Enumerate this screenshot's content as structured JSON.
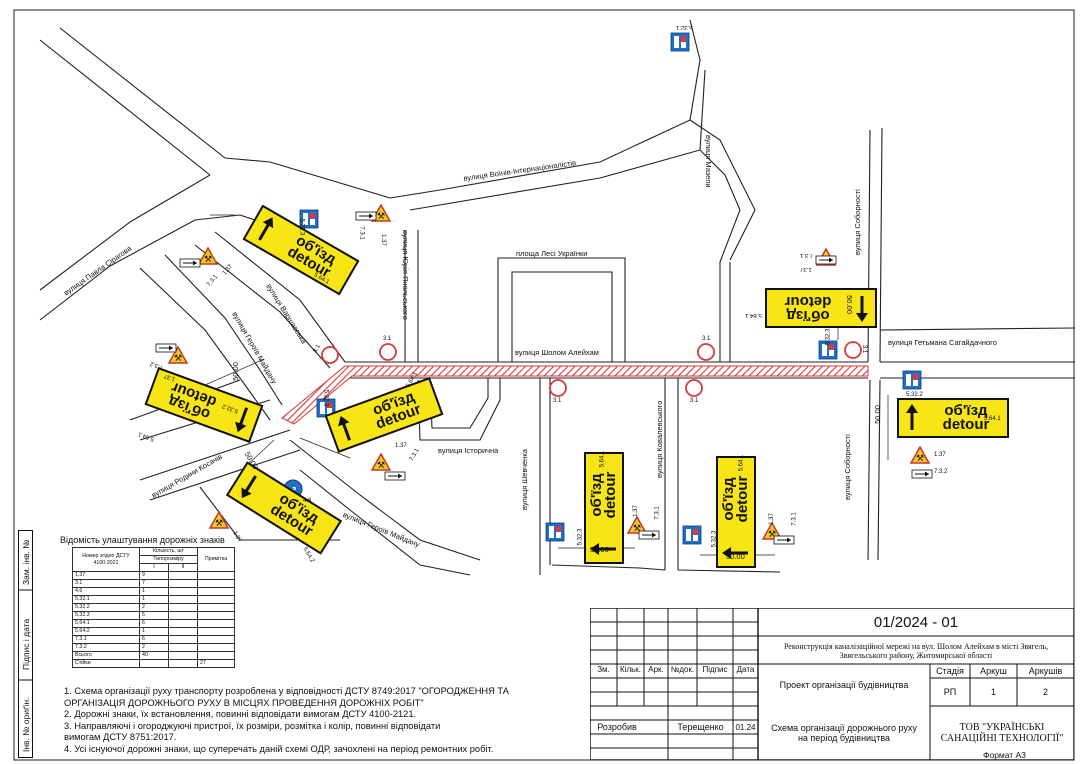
{
  "streets": {
    "voiniv": "вулиця Воїнів-Інтернаціоналістів",
    "pavla": "вулиця Павла Сірагова",
    "yuria": "вулиця Юрія Янольського",
    "lesi": "площа Лесі Українки",
    "mazepy": "вулиця Мазепи",
    "soborn_top": "вулиця Соборності",
    "varshavska": "вулиця Варшавська",
    "heroiv_maidanu_w": "вулиця Героїв Майдану",
    "sholom": "вулиця Шолом Алейхам",
    "hetmana": "вулиця Гетьмана Сагайдачного",
    "istorychna": "вулиця Історична",
    "shevchenka": "вулиця Шевченка",
    "kovalevskoho": "вулиця Ковалевського",
    "soborn_low": "вулиця Соборності",
    "rodyny": "вулиця Родини Косачів",
    "heroiv_maidanu_s": "вулиця Героїв Майдану"
  },
  "detour": {
    "line1": "об'їзд",
    "line2": "detour"
  },
  "sign_codes": {
    "s5641": "5.64.1",
    "s5642": "5.64.2",
    "s137": "1.37",
    "s731": "7.3.1",
    "s732": "7.3.2",
    "s31": "3.1",
    "s5321": "5.32.1",
    "s5322": "5.32.2",
    "s5323": "5.32.3",
    "s46": "4.6"
  },
  "dimensions": {
    "d1": "50.00",
    "d2": "50.00",
    "d3": "50.00",
    "d4": "50.00",
    "d5": "50.00",
    "d6": "50.00"
  },
  "sign_table": {
    "title": "Відомість улаштування дорожніх знаків",
    "h_number": "Номер згідно ДСТУ 4100:2021",
    "h_qty": "Кількість, шт",
    "h_size": "Типорозміру",
    "h_I": "I",
    "h_II": "II",
    "h_note": "Примітка",
    "rows": [
      [
        "1.37",
        "9",
        ""
      ],
      [
        "3.1",
        "7",
        ""
      ],
      [
        "4.6",
        "1",
        ""
      ],
      [
        "5.32.1",
        "1",
        ""
      ],
      [
        "5.32.2",
        "2",
        ""
      ],
      [
        "5.32.3",
        "5",
        ""
      ],
      [
        "5.64.1",
        "6",
        ""
      ],
      [
        "5.64.2",
        "1",
        ""
      ],
      [
        "7.3.1",
        "6",
        ""
      ],
      [
        "7.3.2",
        "2",
        ""
      ],
      [
        "Всього",
        "40",
        ""
      ],
      [
        "Стійки",
        "",
        "27"
      ]
    ]
  },
  "notes": [
    "1. Схема організації руху транспорту розроблена у відповідності ДСТУ 8749:2017 \"ОГОРОДЖЕННЯ ТА",
    "ОРГАНІЗАЦІЯ ДОРОЖНЬОГО РУХУ В МІСЦЯХ ПРОВЕДЕННЯ ДОРОЖНІХ РОБІТ\"",
    "2. Дорожні знаки, їх встановлення, повинні відповідати вимогам ДСТУ 4100-2121.",
    "3. Направляючі і огороджуючі пристрої, їх розміри, розмітка і колір, повинні відповідати",
    "вимогам ДСТУ 8751:2017.",
    "4. Усі існуючої дорожні знаки, що суперечать даній схемі ОДР, зачохлені на період ремонтних робіт."
  ],
  "sidebar": {
    "inv": "Інв. № ориґін.",
    "signed": "Підпис і дата",
    "zam": "Зам. інв. №"
  },
  "title_block": {
    "code": "01/2024 - 01",
    "description": "Реконструкція каналізаційної мережі на вул. Шолом Алейхам в місті Звягель, Звягельського району, Житомирської області",
    "col_zm": "Зм.",
    "col_kilk": "Кільк.",
    "col_ark": "Арк.",
    "col_ndok": "№док.",
    "col_pidpys": "Підпис",
    "col_data": "Дата",
    "project": "Проект організації будівництва",
    "stage_h": "Стадія",
    "sheet_h": "Аркуш",
    "sheets_h": "Аркушів",
    "stage": "РП",
    "sheet": "1",
    "sheets": "2",
    "drawing_name": "Схема організації дорожнього руху на період будівництва",
    "company": "ТОВ \"УКРАЇНСЬКІ САНАЦІЙНІ ТЕХНОЛОГІЇ\"",
    "developed": "Розробив",
    "developer": "Терещенко",
    "date": "01.24",
    "format": "Формат А3"
  },
  "colors": {
    "detour_yellow": "#f7e515",
    "work_zone_red": "#d93a3a",
    "sign_blue": "#1f6fc9"
  }
}
